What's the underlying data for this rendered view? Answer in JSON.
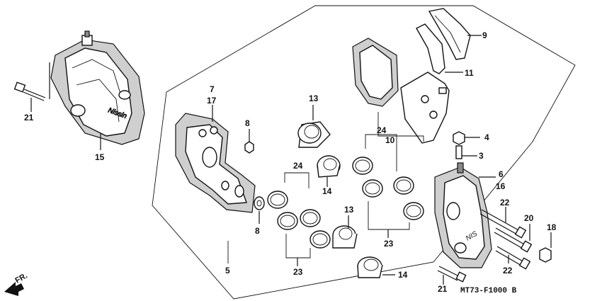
{
  "diagram": {
    "code": "MT73-F1000 B",
    "direction": "FR.",
    "labels": {
      "l3": "3",
      "l4": "4",
      "l5": "5",
      "l6": "6",
      "l7": "7",
      "l8a": "8",
      "l8b": "8",
      "l9": "9",
      "l10": "10",
      "l11": "11",
      "l13a": "13",
      "l13b": "13",
      "l14a": "14",
      "l14b": "14",
      "l15": "15",
      "l16": "16",
      "l17": "17",
      "l18": "18",
      "l20": "20",
      "l21a": "21",
      "l21b": "21",
      "l22a": "22",
      "l22b": "22",
      "l23a": "23",
      "l23b": "23",
      "l24a": "24",
      "l24b": "24"
    }
  }
}
